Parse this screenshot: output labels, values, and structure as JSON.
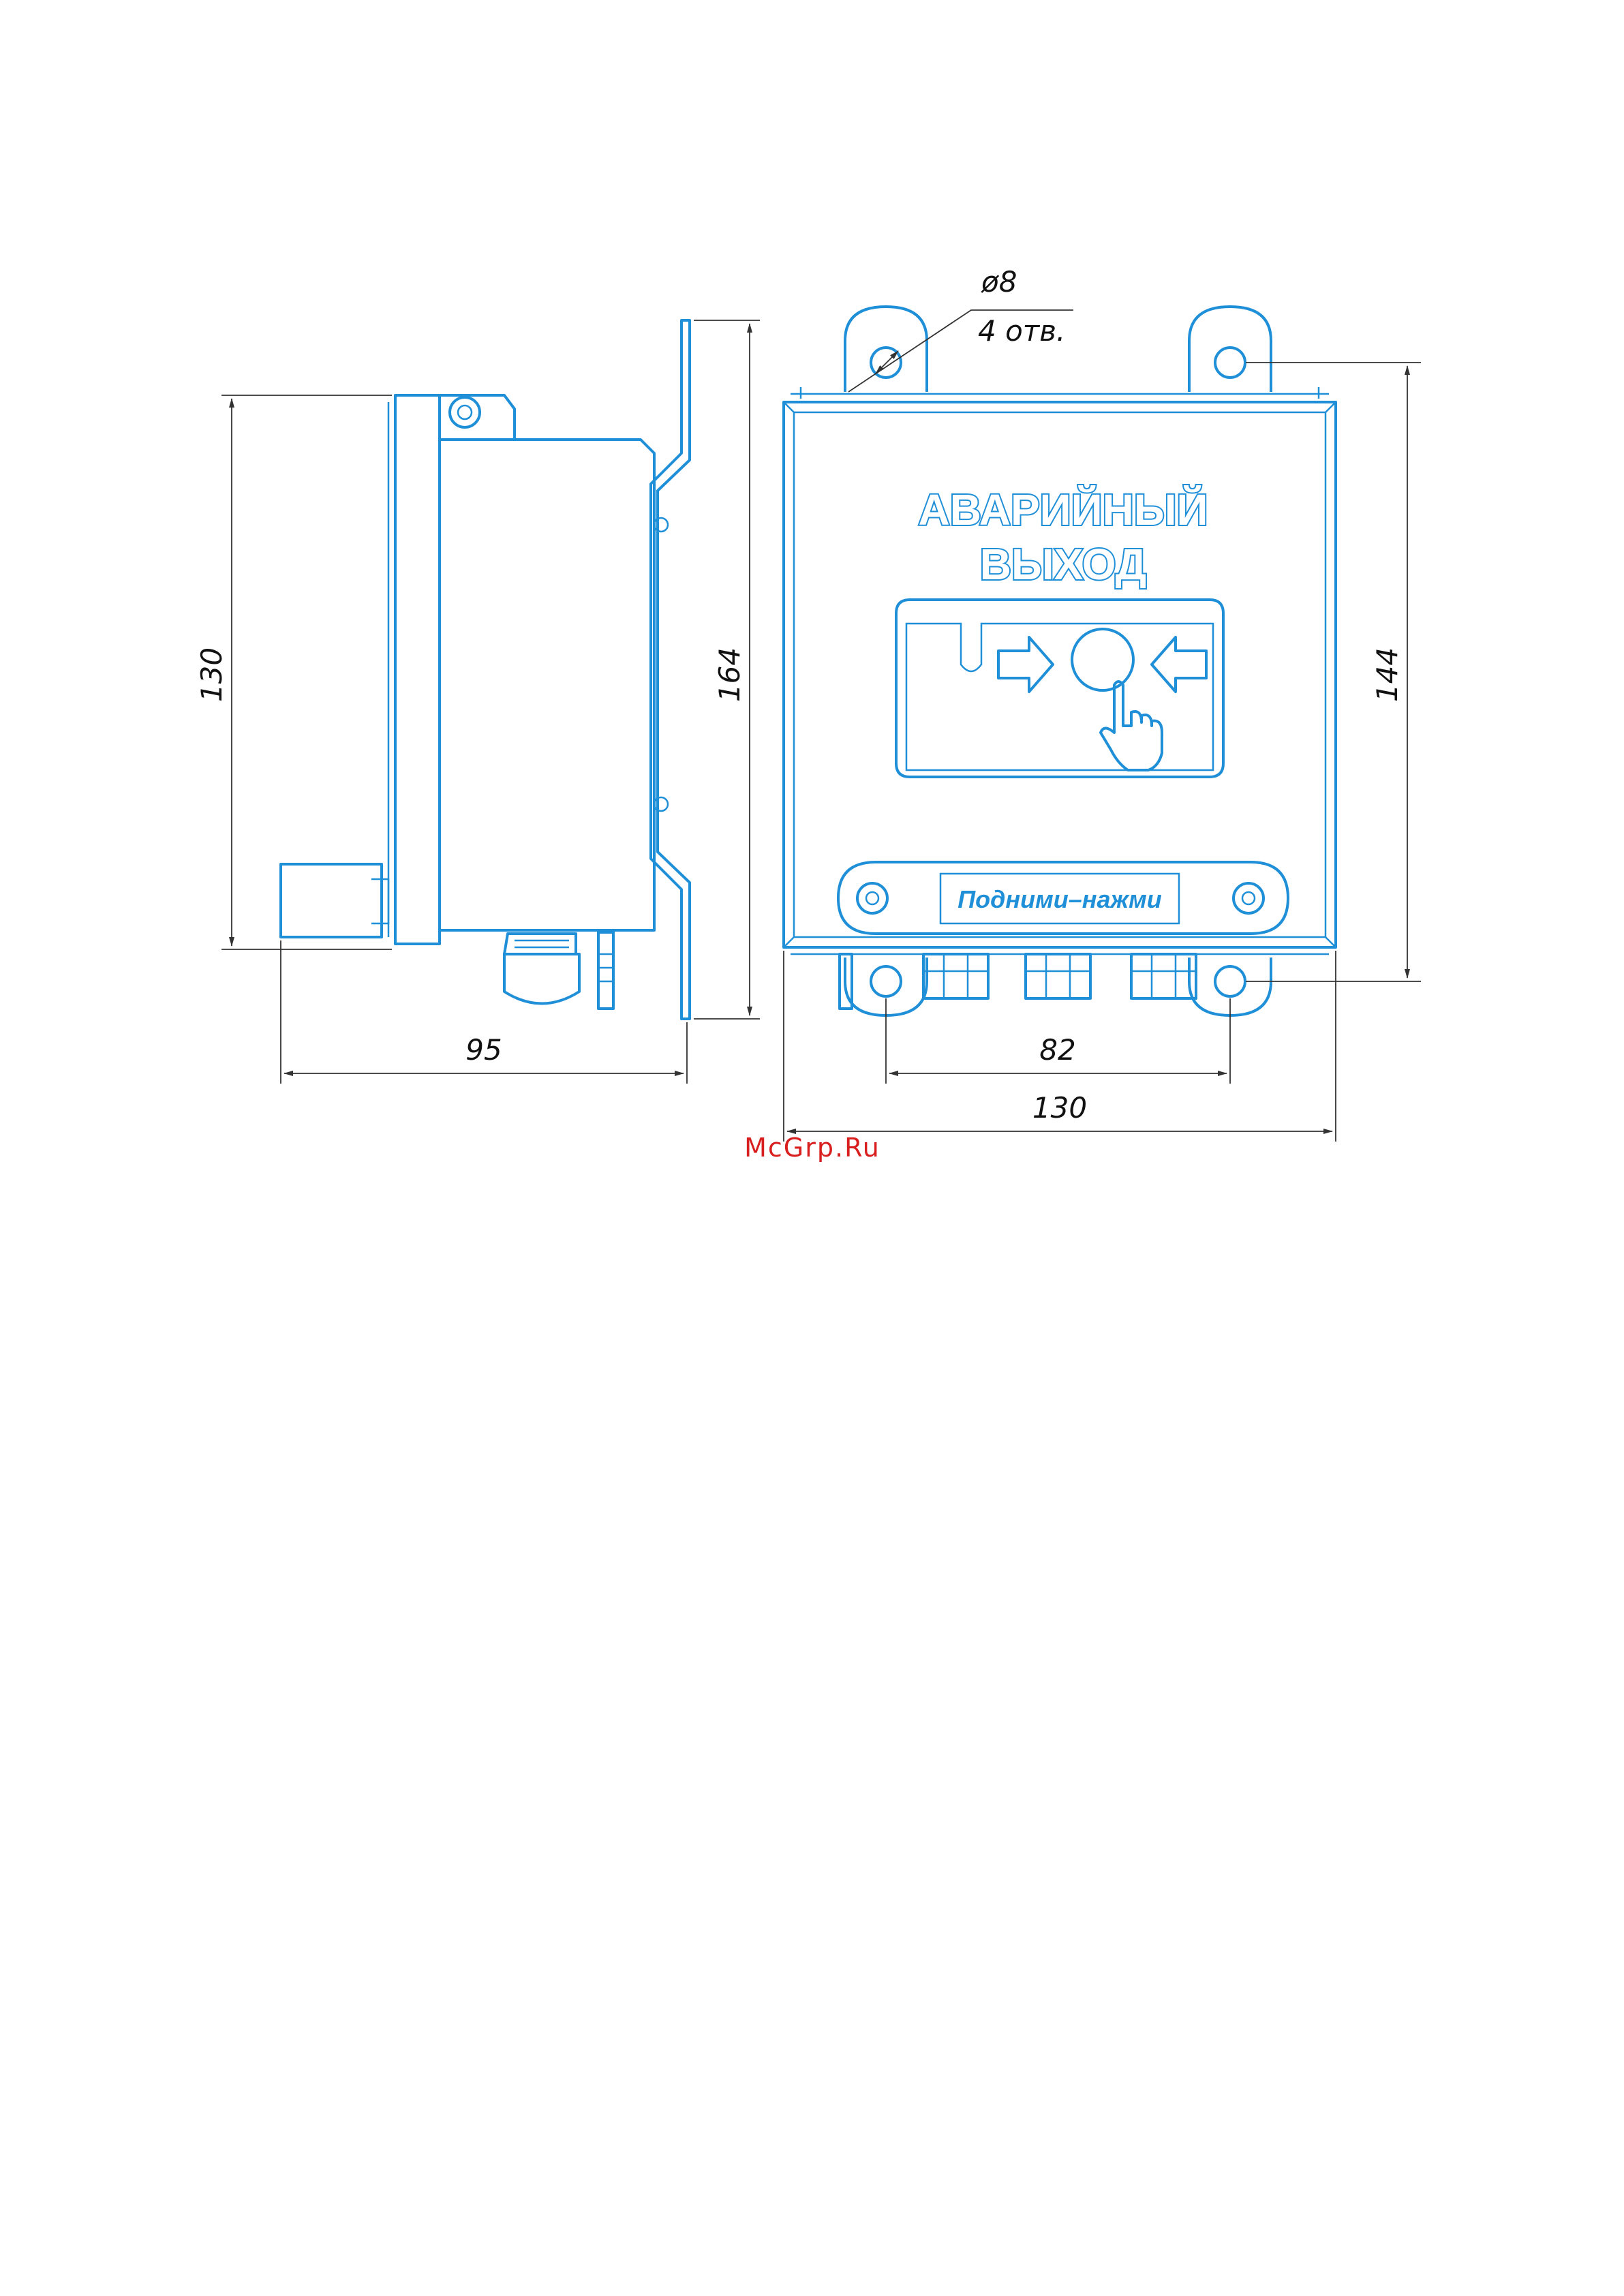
{
  "drawing": {
    "sign_title_line1": "АВАРИЙНЫЙ",
    "sign_title_line2": "ВЫХОД",
    "plate_label": "Подними–нажми",
    "hole_note_diameter": "ø8",
    "hole_note_count": "4 отв.",
    "dimensions": {
      "side_body_height": "130",
      "side_bracket_height": "164",
      "side_depth": "95",
      "front_height": "144",
      "front_hole_spacing": "82",
      "front_width": "130"
    },
    "colors": {
      "outline": "#1f8fd8",
      "dimension_lines": "#333333",
      "watermark": "#d81e1e"
    }
  },
  "watermark": "McGrp.Ru"
}
